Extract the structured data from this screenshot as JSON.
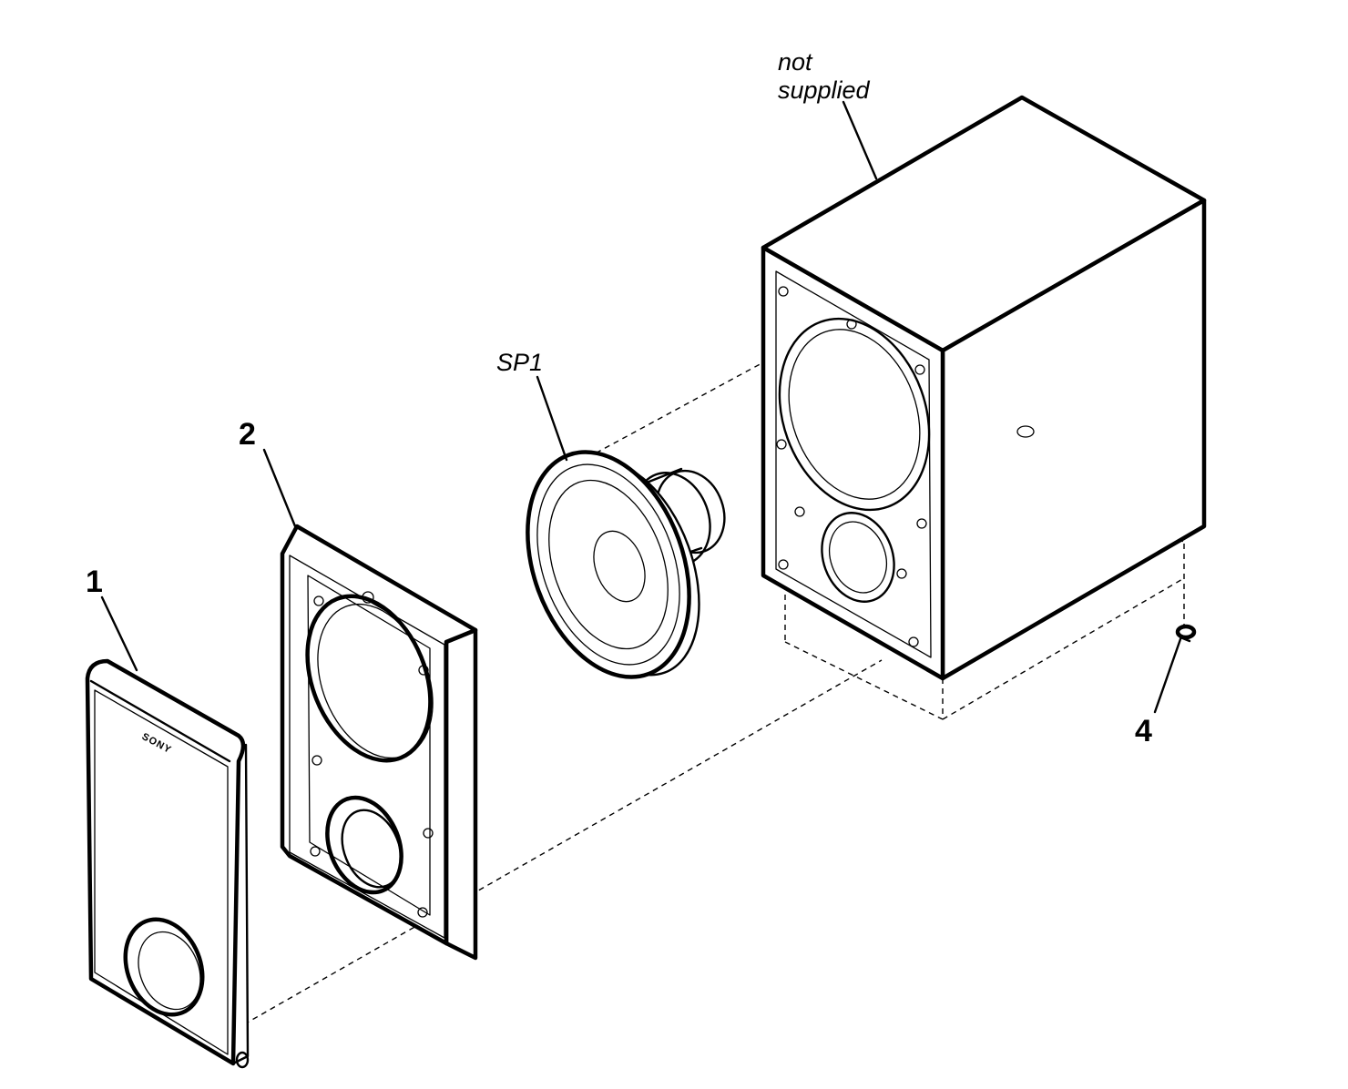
{
  "labels": {
    "part1": "1",
    "part2": "2",
    "part4": "4",
    "speaker_unit": "SP1",
    "not_supplied_line1": "not",
    "not_supplied_line2": "supplied"
  },
  "grille_brand": "SONY"
}
